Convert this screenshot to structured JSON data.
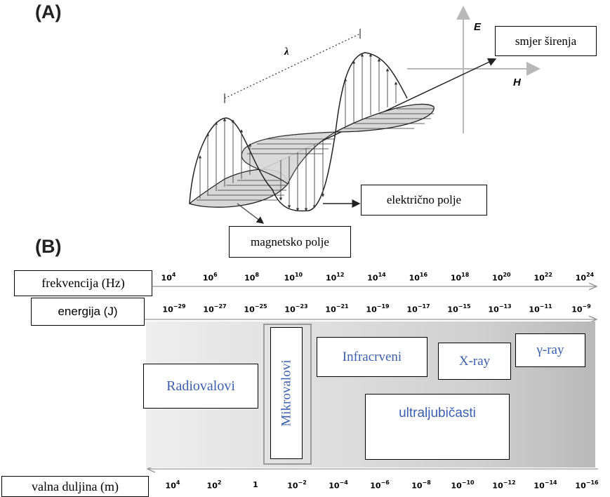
{
  "panel_a": {
    "label": "(A)",
    "axis_e": "E",
    "axis_h": "H",
    "wavelength_symbol": "λ",
    "direction_label": "smjer širenja",
    "electric_field_label": "električno polje",
    "magnetic_field_label": "magnetsko polje"
  },
  "panel_b": {
    "label": "(B)",
    "frequency_label": "frekvencija (Hz)",
    "energy_label": "energija (J)",
    "wavelength_label": "valna duljina (m)",
    "frequency_ticks": [
      {
        "base": "10",
        "exp": "4"
      },
      {
        "base": "10",
        "exp": "6"
      },
      {
        "base": "10",
        "exp": "8"
      },
      {
        "base": "10",
        "exp": "10"
      },
      {
        "base": "10",
        "exp": "12"
      },
      {
        "base": "10",
        "exp": "14"
      },
      {
        "base": "10",
        "exp": "16"
      },
      {
        "base": "10",
        "exp": "18"
      },
      {
        "base": "10",
        "exp": "20"
      },
      {
        "base": "10",
        "exp": "22"
      },
      {
        "base": "10",
        "exp": "24"
      }
    ],
    "energy_ticks": [
      {
        "base": "10",
        "exp": "−29"
      },
      {
        "base": "10",
        "exp": "−27"
      },
      {
        "base": "10",
        "exp": "−25"
      },
      {
        "base": "10",
        "exp": "−23"
      },
      {
        "base": "10",
        "exp": "−21"
      },
      {
        "base": "10",
        "exp": "−19"
      },
      {
        "base": "10",
        "exp": "−17"
      },
      {
        "base": "10",
        "exp": "−15"
      },
      {
        "base": "10",
        "exp": "−13"
      },
      {
        "base": "10",
        "exp": "−11"
      },
      {
        "base": "10",
        "exp": "−9"
      }
    ],
    "wavelength_ticks": [
      {
        "base": "10",
        "exp": "4"
      },
      {
        "base": "10",
        "exp": "2"
      },
      {
        "base": "1",
        "exp": ""
      },
      {
        "base": "10",
        "exp": "−2"
      },
      {
        "base": "10",
        "exp": "−4"
      },
      {
        "base": "10",
        "exp": "−6"
      },
      {
        "base": "10",
        "exp": "−8"
      },
      {
        "base": "10",
        "exp": "−10"
      },
      {
        "base": "10",
        "exp": "−12"
      },
      {
        "base": "10",
        "exp": "−14"
      },
      {
        "base": "10",
        "exp": "−16"
      }
    ],
    "regions": {
      "radio": "Radiovalovi",
      "microwave": "Mikrovalovi",
      "infrared": "Infracrveni",
      "xray": "X-ray",
      "gamma": "γ-ray",
      "ultraviolet": "ultraljubičasti"
    }
  },
  "colors": {
    "region_text": "#3a5fb0"
  }
}
